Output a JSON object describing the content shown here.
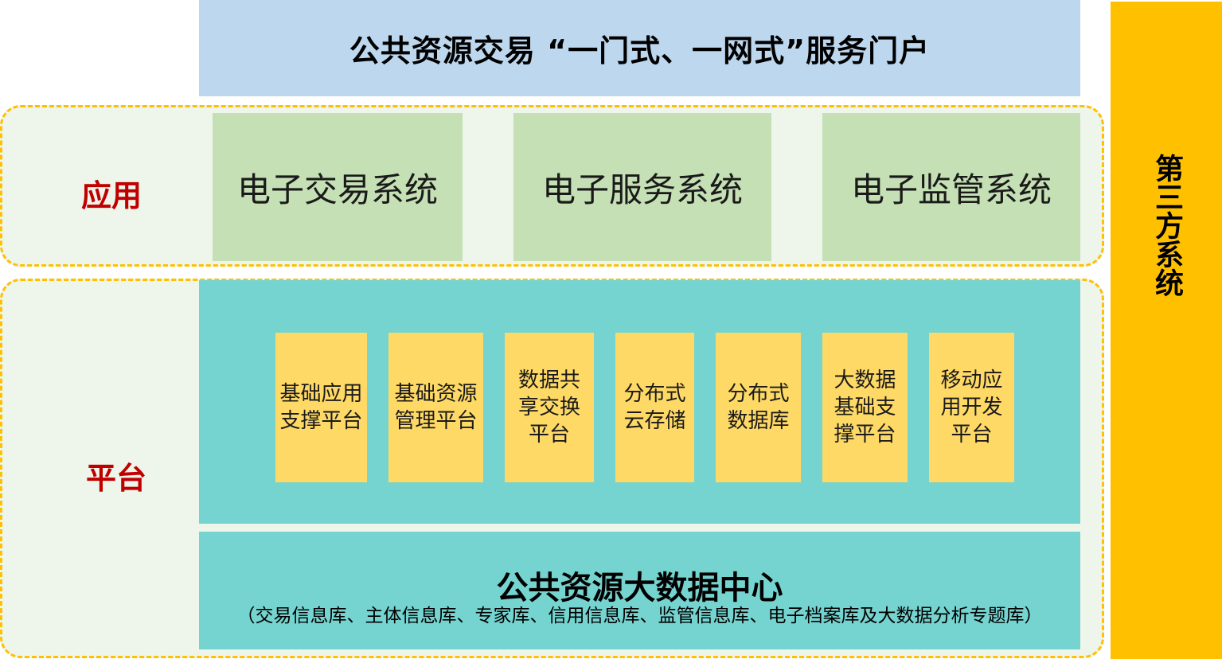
{
  "portal": {
    "title": "公共资源交易 “一门式、一网式”服务门户"
  },
  "third_party": {
    "label": "第三方系统"
  },
  "application": {
    "label": "应用",
    "systems": [
      "电子交易系统",
      "电子服务系统",
      "电子监管系统"
    ]
  },
  "platform": {
    "label": "平台",
    "modules": [
      "基础应用\n支撑平台",
      "基础资源\n管理平台",
      "数据共\n享交换\n平台",
      "分布式\n云存储",
      "分布式\n数据库",
      "大数据\n基础支\n撑平台",
      "移动应\n用开发\n平台"
    ]
  },
  "data_center": {
    "title": "公共资源大数据中心",
    "subtitle": "（交易信息库、主体信息库、专家库、信用信息库、监管信息库、电子档案库及大数据分析专题库）"
  },
  "colors": {
    "portal_bg": "#bdd7ee",
    "third_party_bg": "#ffc000",
    "group_border": "#ffc000",
    "group_bg": "#eef5ea",
    "app_box_bg": "#c5e0b4",
    "platform_bg": "#75d4d0",
    "module_bg": "#ffd966",
    "label_color": "#c00000"
  }
}
